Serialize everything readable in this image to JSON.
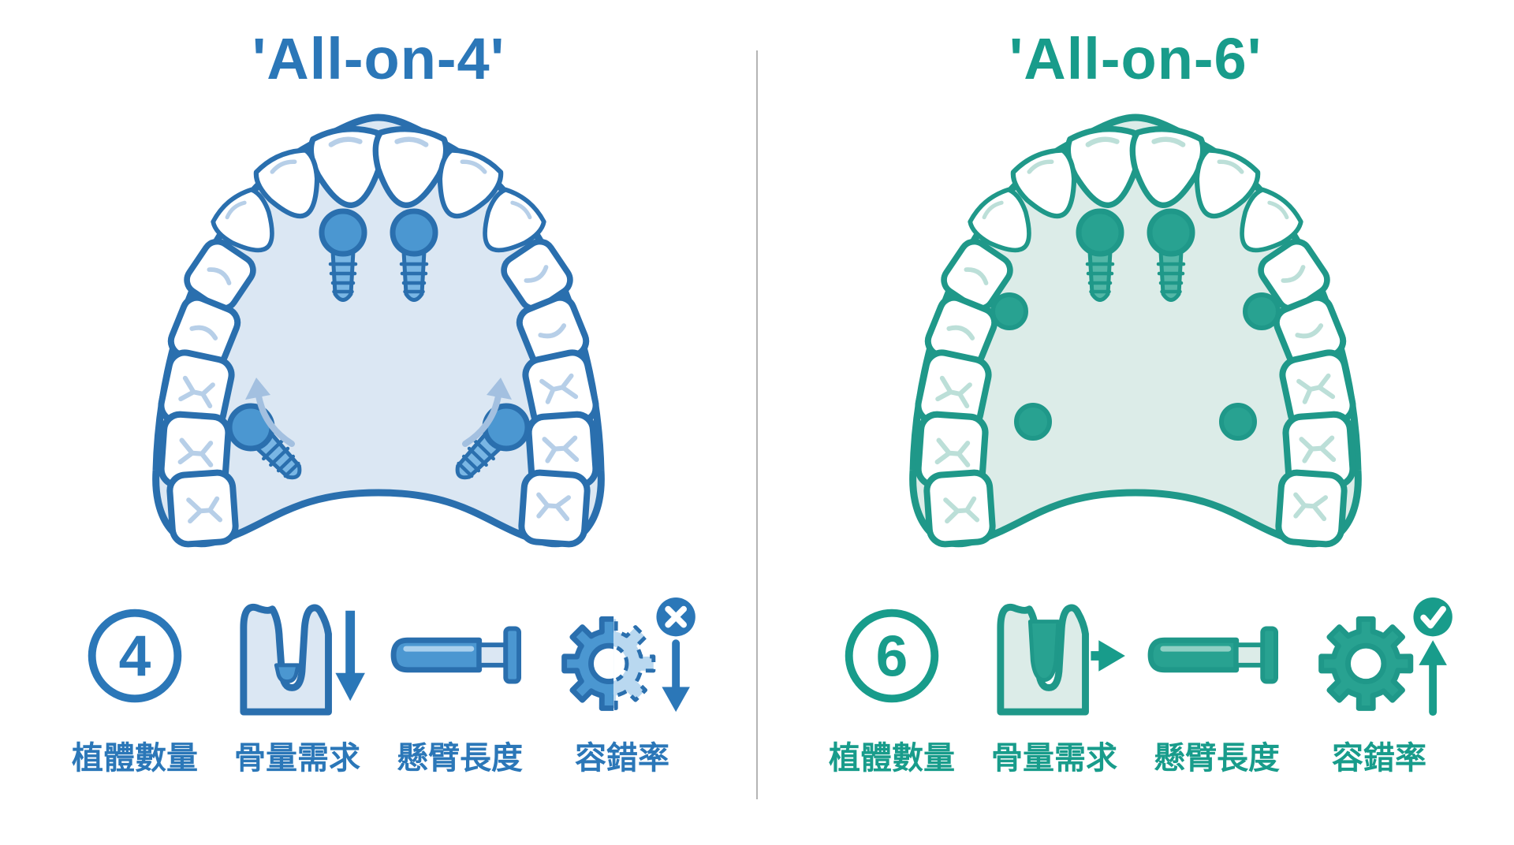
{
  "background": "#ffffff",
  "divider": {
    "color": "#b4b4b4"
  },
  "panels": [
    {
      "id": "all-on-4",
      "title": "'All-on-4'",
      "implant_total": "4",
      "colors": {
        "primary": "#2b77b8",
        "outline": "#2a6fae",
        "fill_light": "#dbe7f3",
        "impl": "#4b97d1",
        "impl_body": "#79b6e4",
        "impl_light": "#a9d0ee",
        "detail": "#b7cfe8",
        "soft": "#a3c0e0",
        "ghost": "#b9d8f0"
      },
      "arch": {
        "anterior_vertical_implants": 2,
        "posterior_implants": 2,
        "posterior_style": "tilted-screws",
        "tilt_arrows": true
      },
      "metrics": [
        {
          "icon": "implant-count-circle",
          "value": "4",
          "label": "植體數量"
        },
        {
          "icon": "bone-socket",
          "bone_level": "low",
          "arrow": "down",
          "label": "骨量需求"
        },
        {
          "icon": "cantilever-screw",
          "label": "懸臂長度"
        },
        {
          "icon": "gear",
          "gear_style": "half-dashed",
          "badge": "cross",
          "arrow": "down",
          "label": "容錯率"
        }
      ]
    },
    {
      "id": "all-on-6",
      "title": "'All-on-6'",
      "implant_total": "6",
      "colors": {
        "primary": "#189c8b",
        "outline": "#1f9889",
        "fill_light": "#dcece8",
        "impl": "#28a291",
        "impl_body": "#53b7a7",
        "impl_light": "#8fd0c4",
        "detail": "#bcdfd8",
        "soft": "#8fcfc3",
        "ghost": "#c9e8e2"
      },
      "arch": {
        "anterior_vertical_implants": 2,
        "posterior_implants": 4,
        "posterior_style": "dots",
        "tilt_arrows": false
      },
      "metrics": [
        {
          "icon": "implant-count-circle",
          "value": "6",
          "label": "植體數量"
        },
        {
          "icon": "bone-socket",
          "bone_level": "high",
          "arrow": "right",
          "label": "骨量需求"
        },
        {
          "icon": "cantilever-screw",
          "label": "懸臂長度"
        },
        {
          "icon": "gear",
          "gear_style": "solid",
          "badge": "check",
          "arrow": "up",
          "label": "容錯率"
        }
      ]
    }
  ]
}
